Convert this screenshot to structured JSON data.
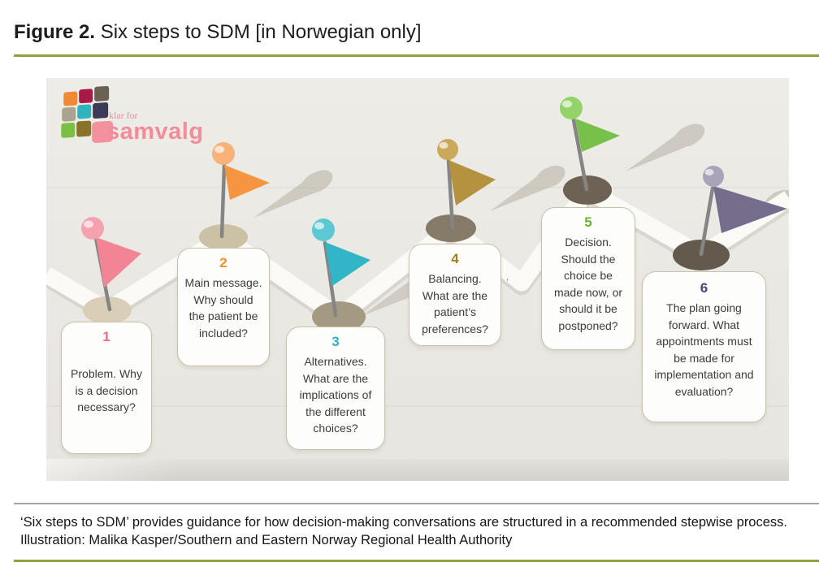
{
  "figure": {
    "label": "Figure 2.",
    "title": " Six steps to SDM [in Norwegian only]"
  },
  "rules": {
    "olive_color": "#8fa23e",
    "grey_color": "#a3a3a3"
  },
  "illustration": {
    "background": "#eae8e2",
    "path_color": "#fbfaf7",
    "shadow_color": "#b3ab9e",
    "stray_mark": "’"
  },
  "logo": {
    "line1": "klar for",
    "line2": "samvalg",
    "text_color": "#f28c9b",
    "squares": [
      "#ee8a33",
      "#a81848",
      "#6b6152",
      "#aaa390",
      "#2fb4bd",
      "#3c3a55",
      "#7ac143",
      "#8a7228"
    ],
    "pink_square": "#f4919f"
  },
  "steps": [
    {
      "number": "1",
      "text": "Problem. Why is a decision necessary?",
      "color": "#ef6c7e",
      "flag_color": "#f28495",
      "ball_color": "#f6a2ae",
      "mound_color": "#d9ceb6"
    },
    {
      "number": "2",
      "text": "Main message. Why should the patient be included?",
      "color": "#f08e2e",
      "flag_color": "#f5953f",
      "ball_color": "#f8b277",
      "mound_color": "#cbc1a5"
    },
    {
      "number": "3",
      "text": "Alternatives. What are the implications of the different choices?",
      "color": "#2cb2c2",
      "flag_color": "#30b6c6",
      "ball_color": "#5cc8d4",
      "mound_color": "#a49a81"
    },
    {
      "number": "4",
      "text": "Balancing. What are the patient’s preferences?",
      "color": "#a07c1c",
      "flag_color": "#b5923f",
      "ball_color": "#caa85c",
      "mound_color": "#867b69"
    },
    {
      "number": "5",
      "text": "Decision. Should the choice be made now, or should it be postponed?",
      "color": "#6ab32e",
      "flag_color": "#77c14a",
      "ball_color": "#93d36a",
      "mound_color": "#6e6254"
    },
    {
      "number": "6",
      "text": "The plan going forward. What appointments must be made for implementation and evaluation?",
      "color": "#4f4370",
      "flag_color": "#766d8d",
      "ball_color": "#aaa4ba",
      "mound_color": "#64594d"
    }
  ],
  "caption": {
    "line1": "‘Six steps to SDM’ provides guidance for how decision-making conversations are structured in a recommended stepwise process.",
    "line2": "Illustration: Malika Kasper/Southern and Eastern Norway Regional Health Authority"
  }
}
